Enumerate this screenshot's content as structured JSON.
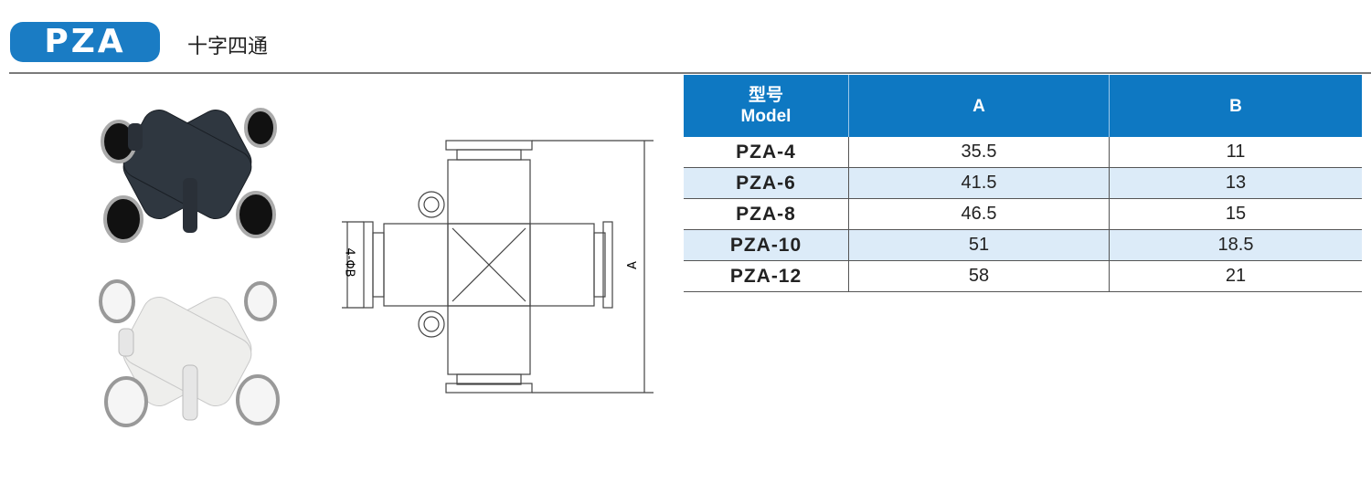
{
  "header": {
    "badge": "PZA",
    "subtitle": "十字四通"
  },
  "drawing": {
    "label_a": "A",
    "label_b": "4-ΦB"
  },
  "table": {
    "headers": {
      "model_cn": "型号",
      "model_en": "Model",
      "a": "A",
      "b": "B"
    },
    "rows": [
      {
        "model": "PZA-4",
        "a": "35.5",
        "b": "11"
      },
      {
        "model": "PZA-6",
        "a": "41.5",
        "b": "13"
      },
      {
        "model": "PZA-8",
        "a": "46.5",
        "b": "15"
      },
      {
        "model": "PZA-10",
        "a": "51",
        "b": "18.5"
      },
      {
        "model": "PZA-12",
        "a": "58",
        "b": "21"
      }
    ]
  },
  "colors": {
    "accent": "#0e78c2",
    "row_alt": "#dcebf8"
  }
}
